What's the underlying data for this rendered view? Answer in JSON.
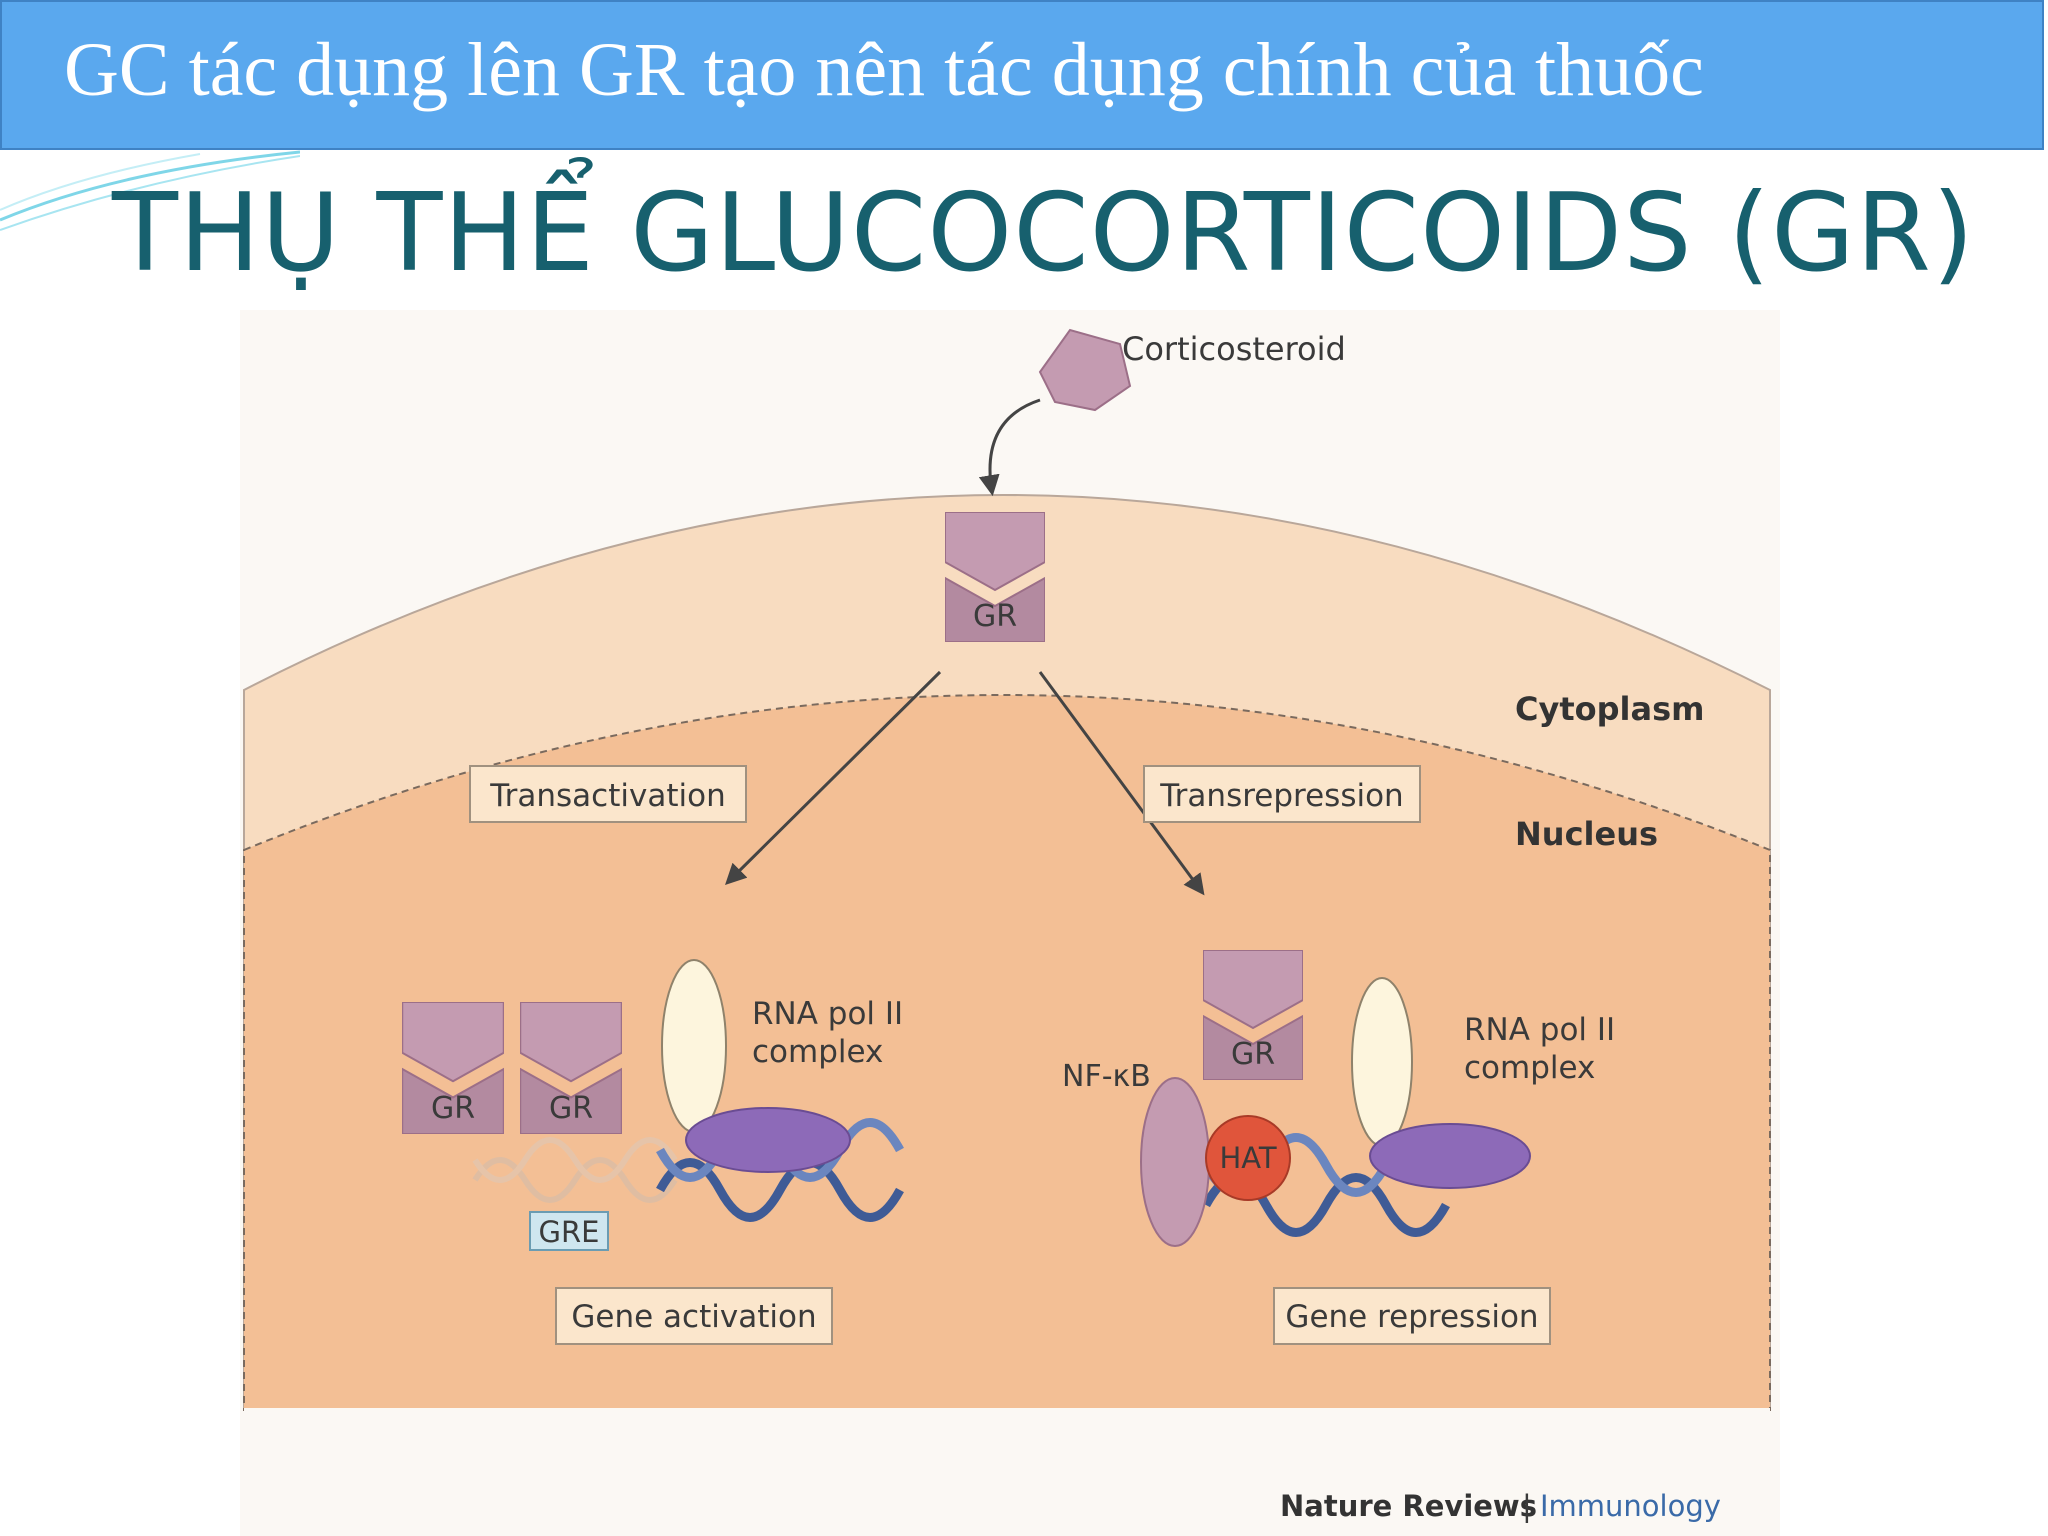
{
  "banner": {
    "text": "GC tác dụng lên GR tạo nên tác dụng chính của thuốc"
  },
  "slide": {
    "title": "THỤ THỂ GLUCOCORTICOIDS (GR)"
  },
  "diagram": {
    "corticosteroid": "Corticosteroid",
    "gr": "GR",
    "cytoplasm": "Cytoplasm",
    "nucleus": "Nucleus",
    "transactivation": "Transactivation",
    "transrepression": "Transrepression",
    "rna_pol_line1": "RNA pol II",
    "rna_pol_line2": "complex",
    "gre": "GRE",
    "nfkb": "NF-κB",
    "hat": "HAT",
    "gene_activation": "Gene activation",
    "gene_repression": "Gene repression",
    "credit_journal": "Nature Reviews",
    "credit_sep": "|",
    "credit_field": "Immunology"
  },
  "colors": {
    "banner": "#5aa8ee",
    "title": "#17606e",
    "cytoplasm": "#f8dcc0",
    "nucleus": "#f3bf95",
    "receptor": "#b98ca3",
    "rna_pol": "#8d6ab8",
    "dna": "#3f5b96",
    "hat": "#e0553b"
  }
}
